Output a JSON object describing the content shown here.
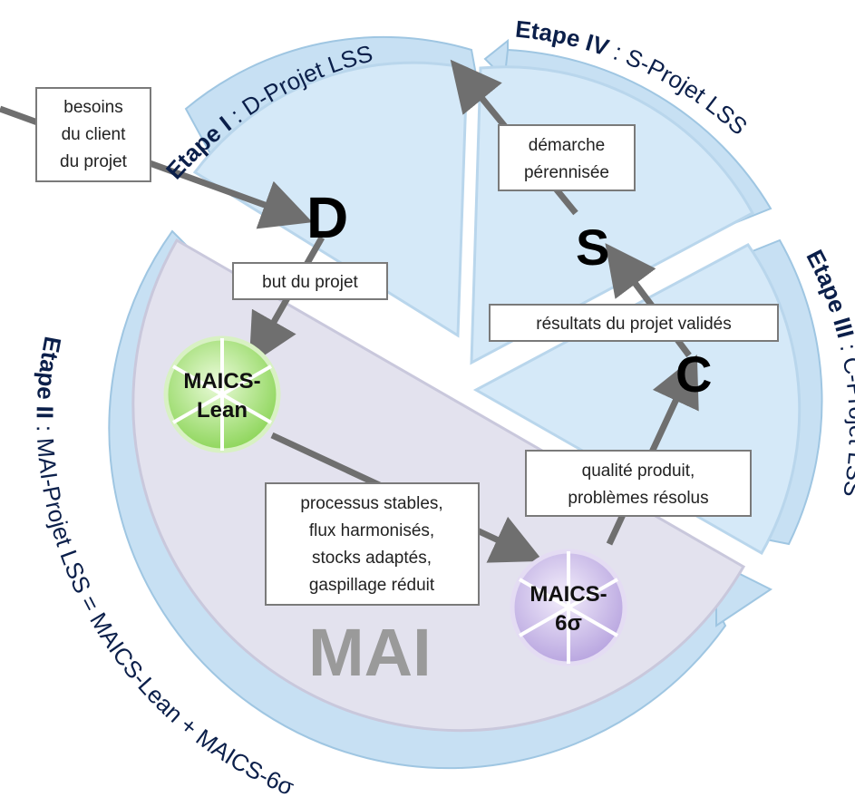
{
  "colors": {
    "ring": "#c9e2f4",
    "ring_edge": "#8fbedf",
    "segment": "#d5e9f8",
    "mai_area": "#e2e2ee",
    "arrow": "#6f6f6f",
    "stage_text": "#0b1f4a",
    "lean_green": "#9ee071",
    "sigma_purple": "#c8b7e6"
  },
  "stages": {
    "s1": {
      "bold": "Etape I",
      "rest": " : D-Projet LSS"
    },
    "s2": {
      "bold": "Etape II",
      "rest": " : MAI-Projet LSS = MAICS-Lean + MAICS-6σ"
    },
    "s3": {
      "bold": "Etape III",
      "rest": " : C-Projet LSS"
    },
    "s4": {
      "bold": "Etape IV",
      "rest": " : S-Projet LSS"
    }
  },
  "letters": {
    "d": "D",
    "s": "S",
    "c": "C"
  },
  "watermark": "MAI",
  "circles": {
    "lean": {
      "line1": "MAICS-",
      "line2": "Lean"
    },
    "sigma": {
      "line1": "MAICS-",
      "line2": "6σ"
    }
  },
  "boxes": {
    "besoins": [
      "besoins",
      "du client",
      "du projet"
    ],
    "but": [
      "but du projet"
    ],
    "processus": [
      "processus stables,",
      "flux harmonisés,",
      "stocks adaptés,",
      "gaspillage réduit"
    ],
    "qualite": [
      "qualité produit,",
      "problèmes résolus"
    ],
    "resultats": [
      "résultats du projet validés"
    ],
    "demarche": [
      "démarche",
      "pérennisée"
    ]
  }
}
